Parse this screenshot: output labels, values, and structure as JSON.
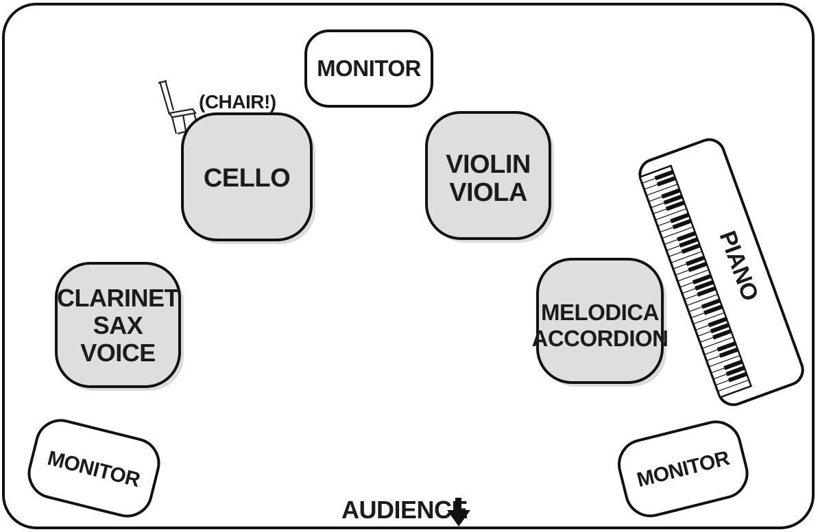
{
  "diagram": {
    "monitor_top_label": "MONITOR",
    "monitor_left_label": "MONITOR",
    "monitor_right_label": "MONITOR",
    "chair_note": "(CHAIR!)",
    "cello_label": "CELLO",
    "violin_lines": [
      "VIOLIN",
      "VIOLA"
    ],
    "clarinet_lines": [
      "CLARINET",
      "SAX",
      "VOICE"
    ],
    "melodica_lines": [
      "MELODICA",
      "ACCORDION"
    ],
    "piano_label": "PIANO",
    "audience_label": "AUDIENCE"
  },
  "colors": {
    "outline": "#111111",
    "instrument_fill": "#dedede",
    "monitor_fill": "#ffffff",
    "background": "#ffffff"
  },
  "icons": [
    "chair-icon",
    "down-arrow-icon",
    "piano-keyboard-icon"
  ]
}
